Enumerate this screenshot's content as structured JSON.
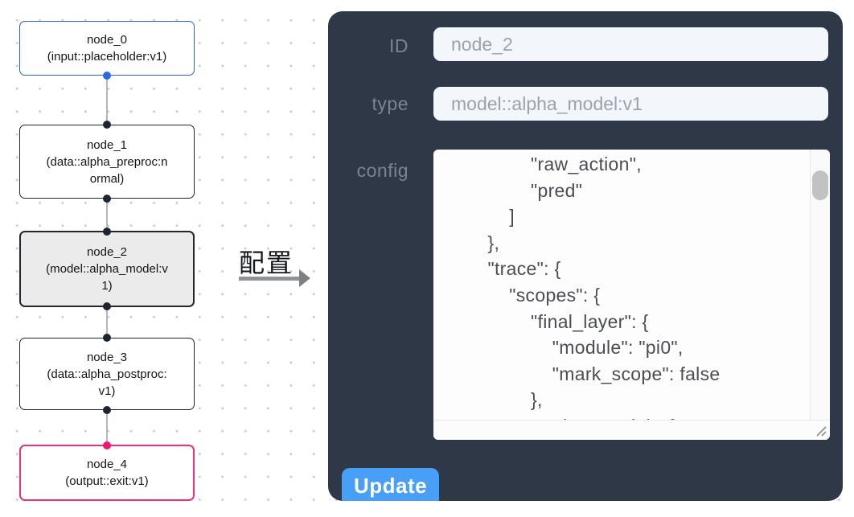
{
  "flowchart": {
    "nodes": [
      {
        "title": "node_0",
        "subtitle": "(input::placeholder:v1)",
        "kind": "input"
      },
      {
        "title": "node_1",
        "subtitle": "(data::alpha_preproc:normal)",
        "kind": "data"
      },
      {
        "title": "node_2",
        "subtitle": "(model::alpha_model:v1)",
        "kind": "model-selected"
      },
      {
        "title": "node_3",
        "subtitle": "(data::alpha_postproc:v1)",
        "kind": "data"
      },
      {
        "title": "node_4",
        "subtitle": "(output::exit:v1)",
        "kind": "output"
      }
    ]
  },
  "transition": {
    "label": "配置"
  },
  "panel": {
    "id_label": "ID",
    "id_value": "node_2",
    "type_label": "type",
    "type_value": "model::alpha_model:v1",
    "config_label": "config",
    "config_value": "                \"raw_action\",\n                \"pred\"\n            ]\n        },\n        \"trace\": {\n            \"scopes\": {\n                \"final_layer\": {\n                    \"module\": \"pi0\",\n                    \"mark_scope\": false\n                },\n                \"action_model\": {",
    "update_label": "Update"
  },
  "colors": {
    "panel_bg": "#2e3847",
    "accent_blue": "#479ff7",
    "input_node_border": "#2c61c8",
    "output_node_border": "#ee2f7d",
    "selected_node_bg": "#ebebeb",
    "port_dark": "#1d2533",
    "port_blue": "#2b6be1",
    "port_pink": "#f1176e"
  }
}
